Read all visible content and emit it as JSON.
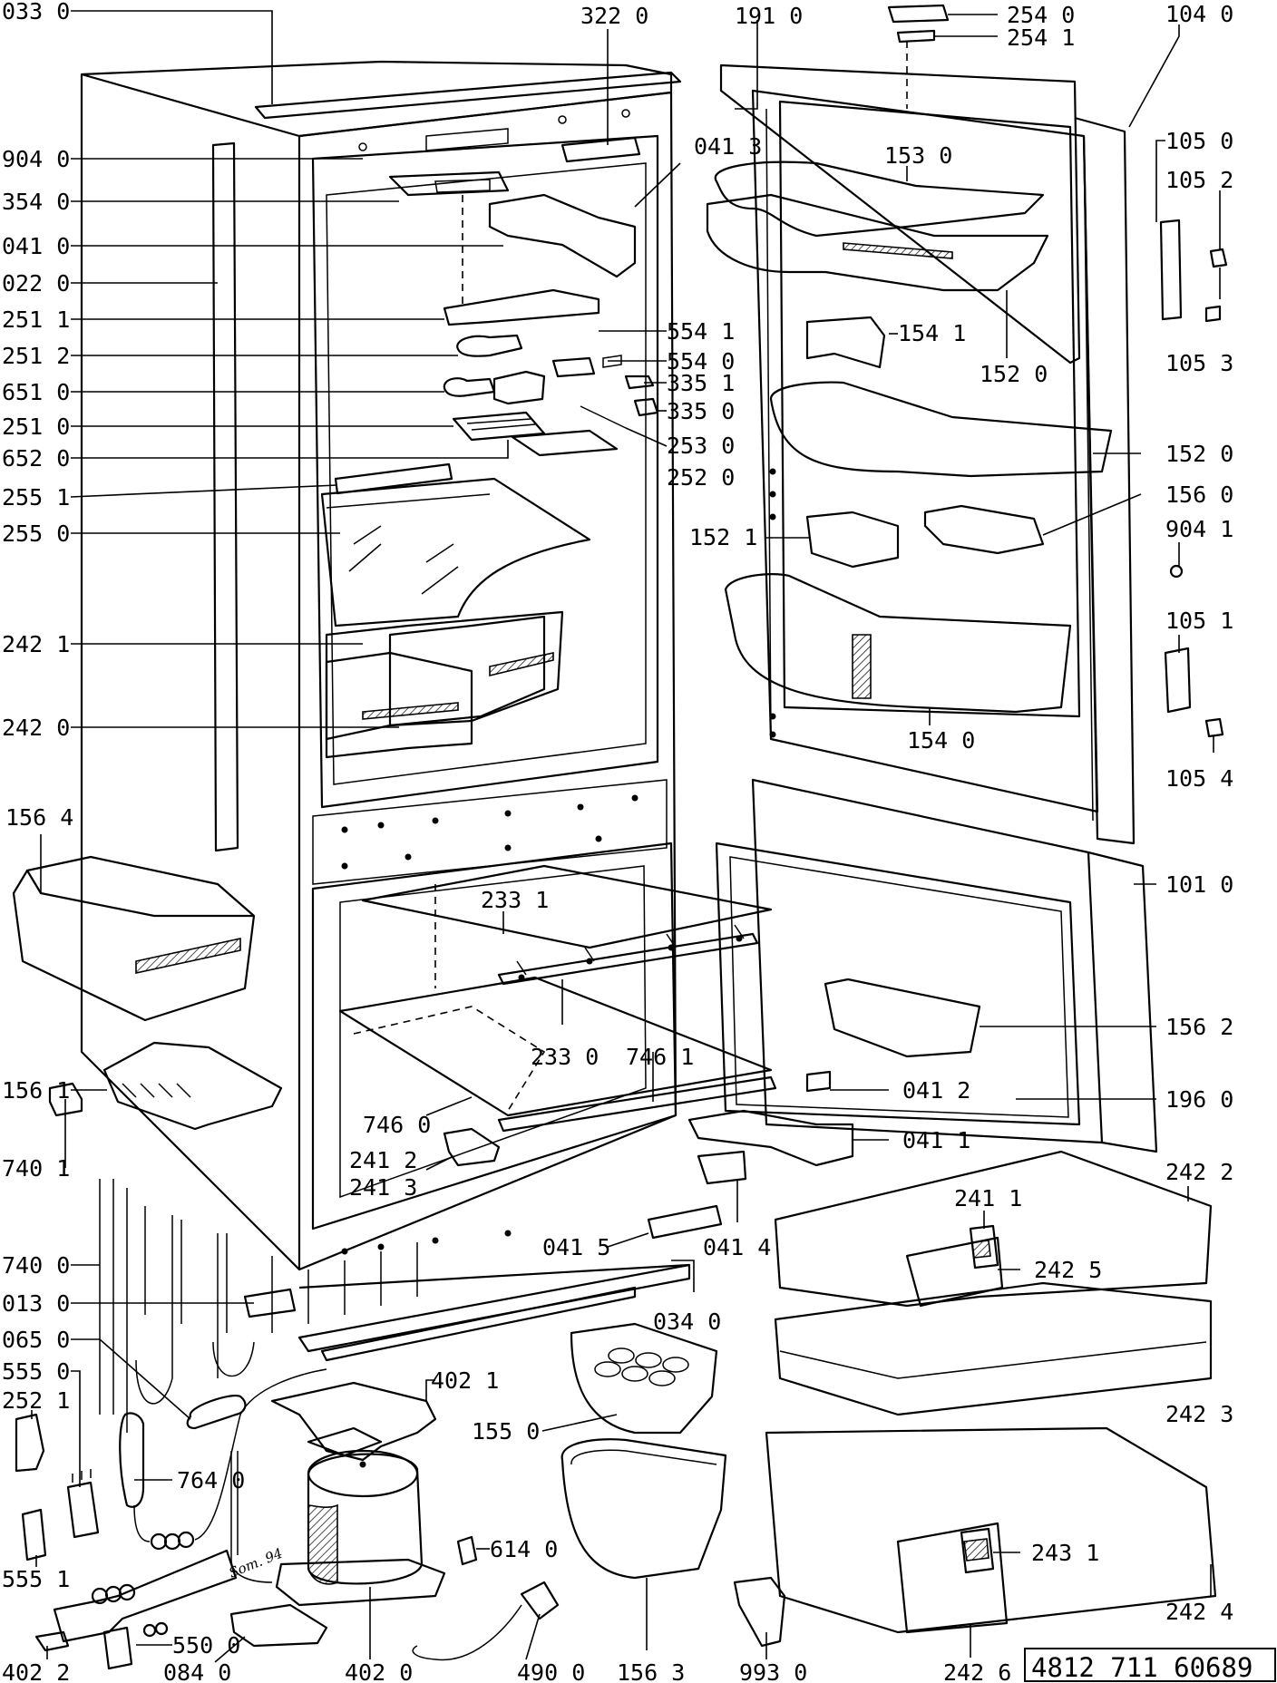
{
  "document_number": "4812 711 60689",
  "drawing_note": "Som. 94",
  "labels": [
    {
      "key": "l0330",
      "text": "033 0"
    },
    {
      "key": "l9040",
      "text": "904 0"
    },
    {
      "key": "l3540",
      "text": "354 0"
    },
    {
      "key": "l0410",
      "text": "041 0"
    },
    {
      "key": "l0220",
      "text": "022 0"
    },
    {
      "key": "l2511",
      "text": "251 1"
    },
    {
      "key": "l2512",
      "text": "251 2"
    },
    {
      "key": "l6510",
      "text": "651 0"
    },
    {
      "key": "l2510",
      "text": "251 0"
    },
    {
      "key": "l6520",
      "text": "652 0"
    },
    {
      "key": "l2551",
      "text": "255 1"
    },
    {
      "key": "l2550",
      "text": "255 0"
    },
    {
      "key": "l2421",
      "text": "242 1"
    },
    {
      "key": "l2420",
      "text": "242 0"
    },
    {
      "key": "l1564",
      "text": "156 4"
    },
    {
      "key": "l1561",
      "text": "156 1"
    },
    {
      "key": "l7401",
      "text": "740 1"
    },
    {
      "key": "l7400",
      "text": "740 0"
    },
    {
      "key": "l0130",
      "text": "013 0"
    },
    {
      "key": "l0650",
      "text": "065 0"
    },
    {
      "key": "l5550",
      "text": "555 0"
    },
    {
      "key": "l2521",
      "text": "252 1"
    },
    {
      "key": "l5551",
      "text": "555 1"
    },
    {
      "key": "l4022",
      "text": "402 2"
    },
    {
      "key": "l0840",
      "text": "084 0"
    },
    {
      "key": "l5500",
      "text": "550 0"
    },
    {
      "key": "l7640",
      "text": "764 0"
    },
    {
      "key": "l4020",
      "text": "402 0"
    },
    {
      "key": "l4021",
      "text": "402 1"
    },
    {
      "key": "l6140",
      "text": "614 0"
    },
    {
      "key": "l4900",
      "text": "490 0"
    },
    {
      "key": "l1563",
      "text": "156 3"
    },
    {
      "key": "l9930",
      "text": "993 0"
    },
    {
      "key": "l1550",
      "text": "155 0"
    },
    {
      "key": "l0340",
      "text": "034 0"
    },
    {
      "key": "l0415",
      "text": "041 5"
    },
    {
      "key": "l0414",
      "text": "041 4"
    },
    {
      "key": "l2412",
      "text": "241 2"
    },
    {
      "key": "l2413",
      "text": "241 3"
    },
    {
      "key": "l7460",
      "text": "746 0"
    },
    {
      "key": "l7461",
      "text": "746 1"
    },
    {
      "key": "l2330",
      "text": "233 0"
    },
    {
      "key": "l2331",
      "text": "233 1"
    },
    {
      "key": "l3220",
      "text": "322 0"
    },
    {
      "key": "l0413",
      "text": "041 3"
    },
    {
      "key": "l1910",
      "text": "191 0"
    },
    {
      "key": "l2540",
      "text": "254 0"
    },
    {
      "key": "l2541",
      "text": "254 1"
    },
    {
      "key": "l1040",
      "text": "104 0"
    },
    {
      "key": "l1530",
      "text": "153 0"
    },
    {
      "key": "l1050",
      "text": "105 0"
    },
    {
      "key": "l1052",
      "text": "105 2"
    },
    {
      "key": "l1053",
      "text": "105 3"
    },
    {
      "key": "l1520a",
      "text": "152 0"
    },
    {
      "key": "l1541",
      "text": "154 1"
    },
    {
      "key": "l5541",
      "text": "554 1"
    },
    {
      "key": "l5540",
      "text": "554 0"
    },
    {
      "key": "l3351",
      "text": "335 1"
    },
    {
      "key": "l3350",
      "text": "335 0"
    },
    {
      "key": "l2530",
      "text": "253 0"
    },
    {
      "key": "l2520",
      "text": "252 0"
    },
    {
      "key": "l1520b",
      "text": "152 0"
    },
    {
      "key": "l1560",
      "text": "156 0"
    },
    {
      "key": "l9041",
      "text": "904 1"
    },
    {
      "key": "l1521",
      "text": "152 1"
    },
    {
      "key": "l1051",
      "text": "105 1"
    },
    {
      "key": "l1540",
      "text": "154 0"
    },
    {
      "key": "l1054",
      "text": "105 4"
    },
    {
      "key": "l1010",
      "text": "101 0"
    },
    {
      "key": "l1562",
      "text": "156 2"
    },
    {
      "key": "l0412",
      "text": "041 2"
    },
    {
      "key": "l1960",
      "text": "196 0"
    },
    {
      "key": "l0411",
      "text": "041 1"
    },
    {
      "key": "l2422",
      "text": "242 2"
    },
    {
      "key": "l2411",
      "text": "241 1"
    },
    {
      "key": "l2425",
      "text": "242 5"
    },
    {
      "key": "l2423",
      "text": "242 3"
    },
    {
      "key": "l2431",
      "text": "243 1"
    },
    {
      "key": "l2424",
      "text": "242 4"
    },
    {
      "key": "l2426",
      "text": "242 6"
    }
  ]
}
